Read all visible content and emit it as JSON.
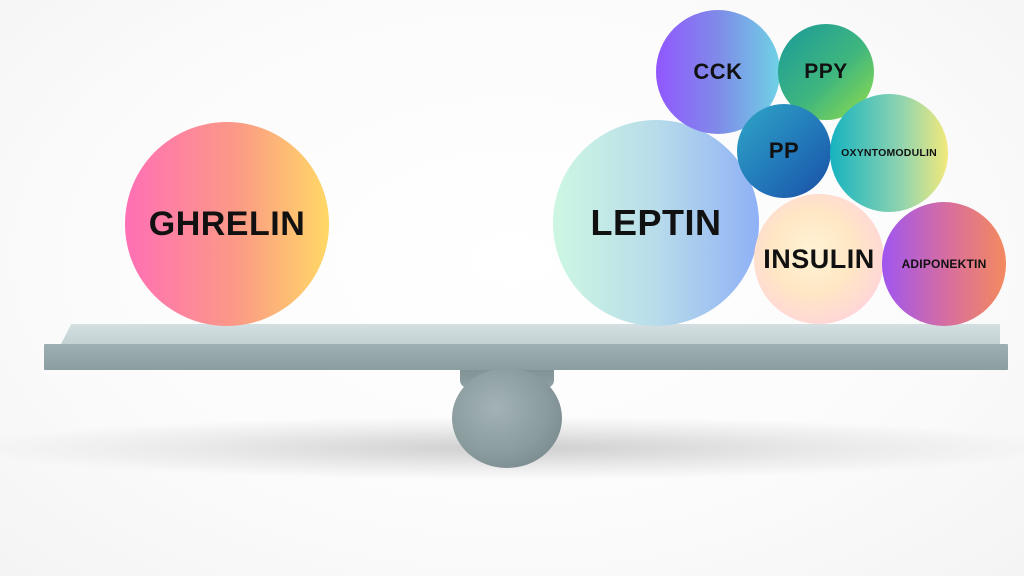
{
  "diagram": {
    "left_side": [
      {
        "id": "ghrelin",
        "label": "GHRELIN",
        "colors": [
          "#ff6fb5",
          "#ffd865"
        ]
      }
    ],
    "right_side": [
      {
        "id": "leptin",
        "label": "LEPTIN",
        "colors": [
          "#cdf7e2",
          "#8fb1f6"
        ]
      },
      {
        "id": "cck",
        "label": "CCK",
        "colors": [
          "#9157ff",
          "#6fd2e6"
        ]
      },
      {
        "id": "ppy",
        "label": "PPY",
        "colors": [
          "#1a9a9a",
          "#95de4a"
        ]
      },
      {
        "id": "pp",
        "label": "PP",
        "colors": [
          "#2fa6c6",
          "#1a4fa2"
        ]
      },
      {
        "id": "oxyntomodulin",
        "label": "OXYNTOMODULIN",
        "colors": [
          "#16b3c0",
          "#f2e97a"
        ]
      },
      {
        "id": "insulin",
        "label": "INSULIN",
        "colors": [
          "#fff3d6",
          "#ffc9e6"
        ]
      },
      {
        "id": "adiponektin",
        "label": "ADIPONEKTIN",
        "colors": [
          "#9f56f0",
          "#f38a5e"
        ]
      }
    ],
    "seesaw_color": "#9fb0b4"
  }
}
